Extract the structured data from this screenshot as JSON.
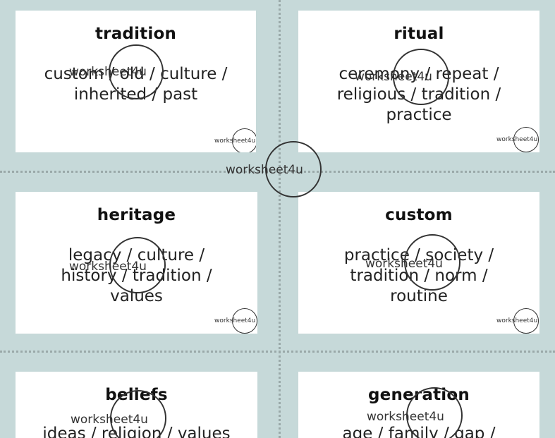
{
  "watermark_text": "worksheet4u",
  "cards": [
    {
      "title": "tradition",
      "body": [
        "custom / old / culture /",
        "inherited / past"
      ]
    },
    {
      "title": "ritual",
      "body": [
        "ceremony / repeat /",
        "religious / tradition /",
        "practice"
      ]
    },
    {
      "title": "heritage",
      "body": [
        "legacy / culture /",
        "history / tradition /",
        "values"
      ]
    },
    {
      "title": "custom",
      "body": [
        "practice / society /",
        "tradition / norm /",
        "routine"
      ]
    },
    {
      "title": "beliefs",
      "body": [
        "ideas / religion / values"
      ]
    },
    {
      "title": "generation",
      "body": [
        "age / family / gap /"
      ]
    }
  ]
}
